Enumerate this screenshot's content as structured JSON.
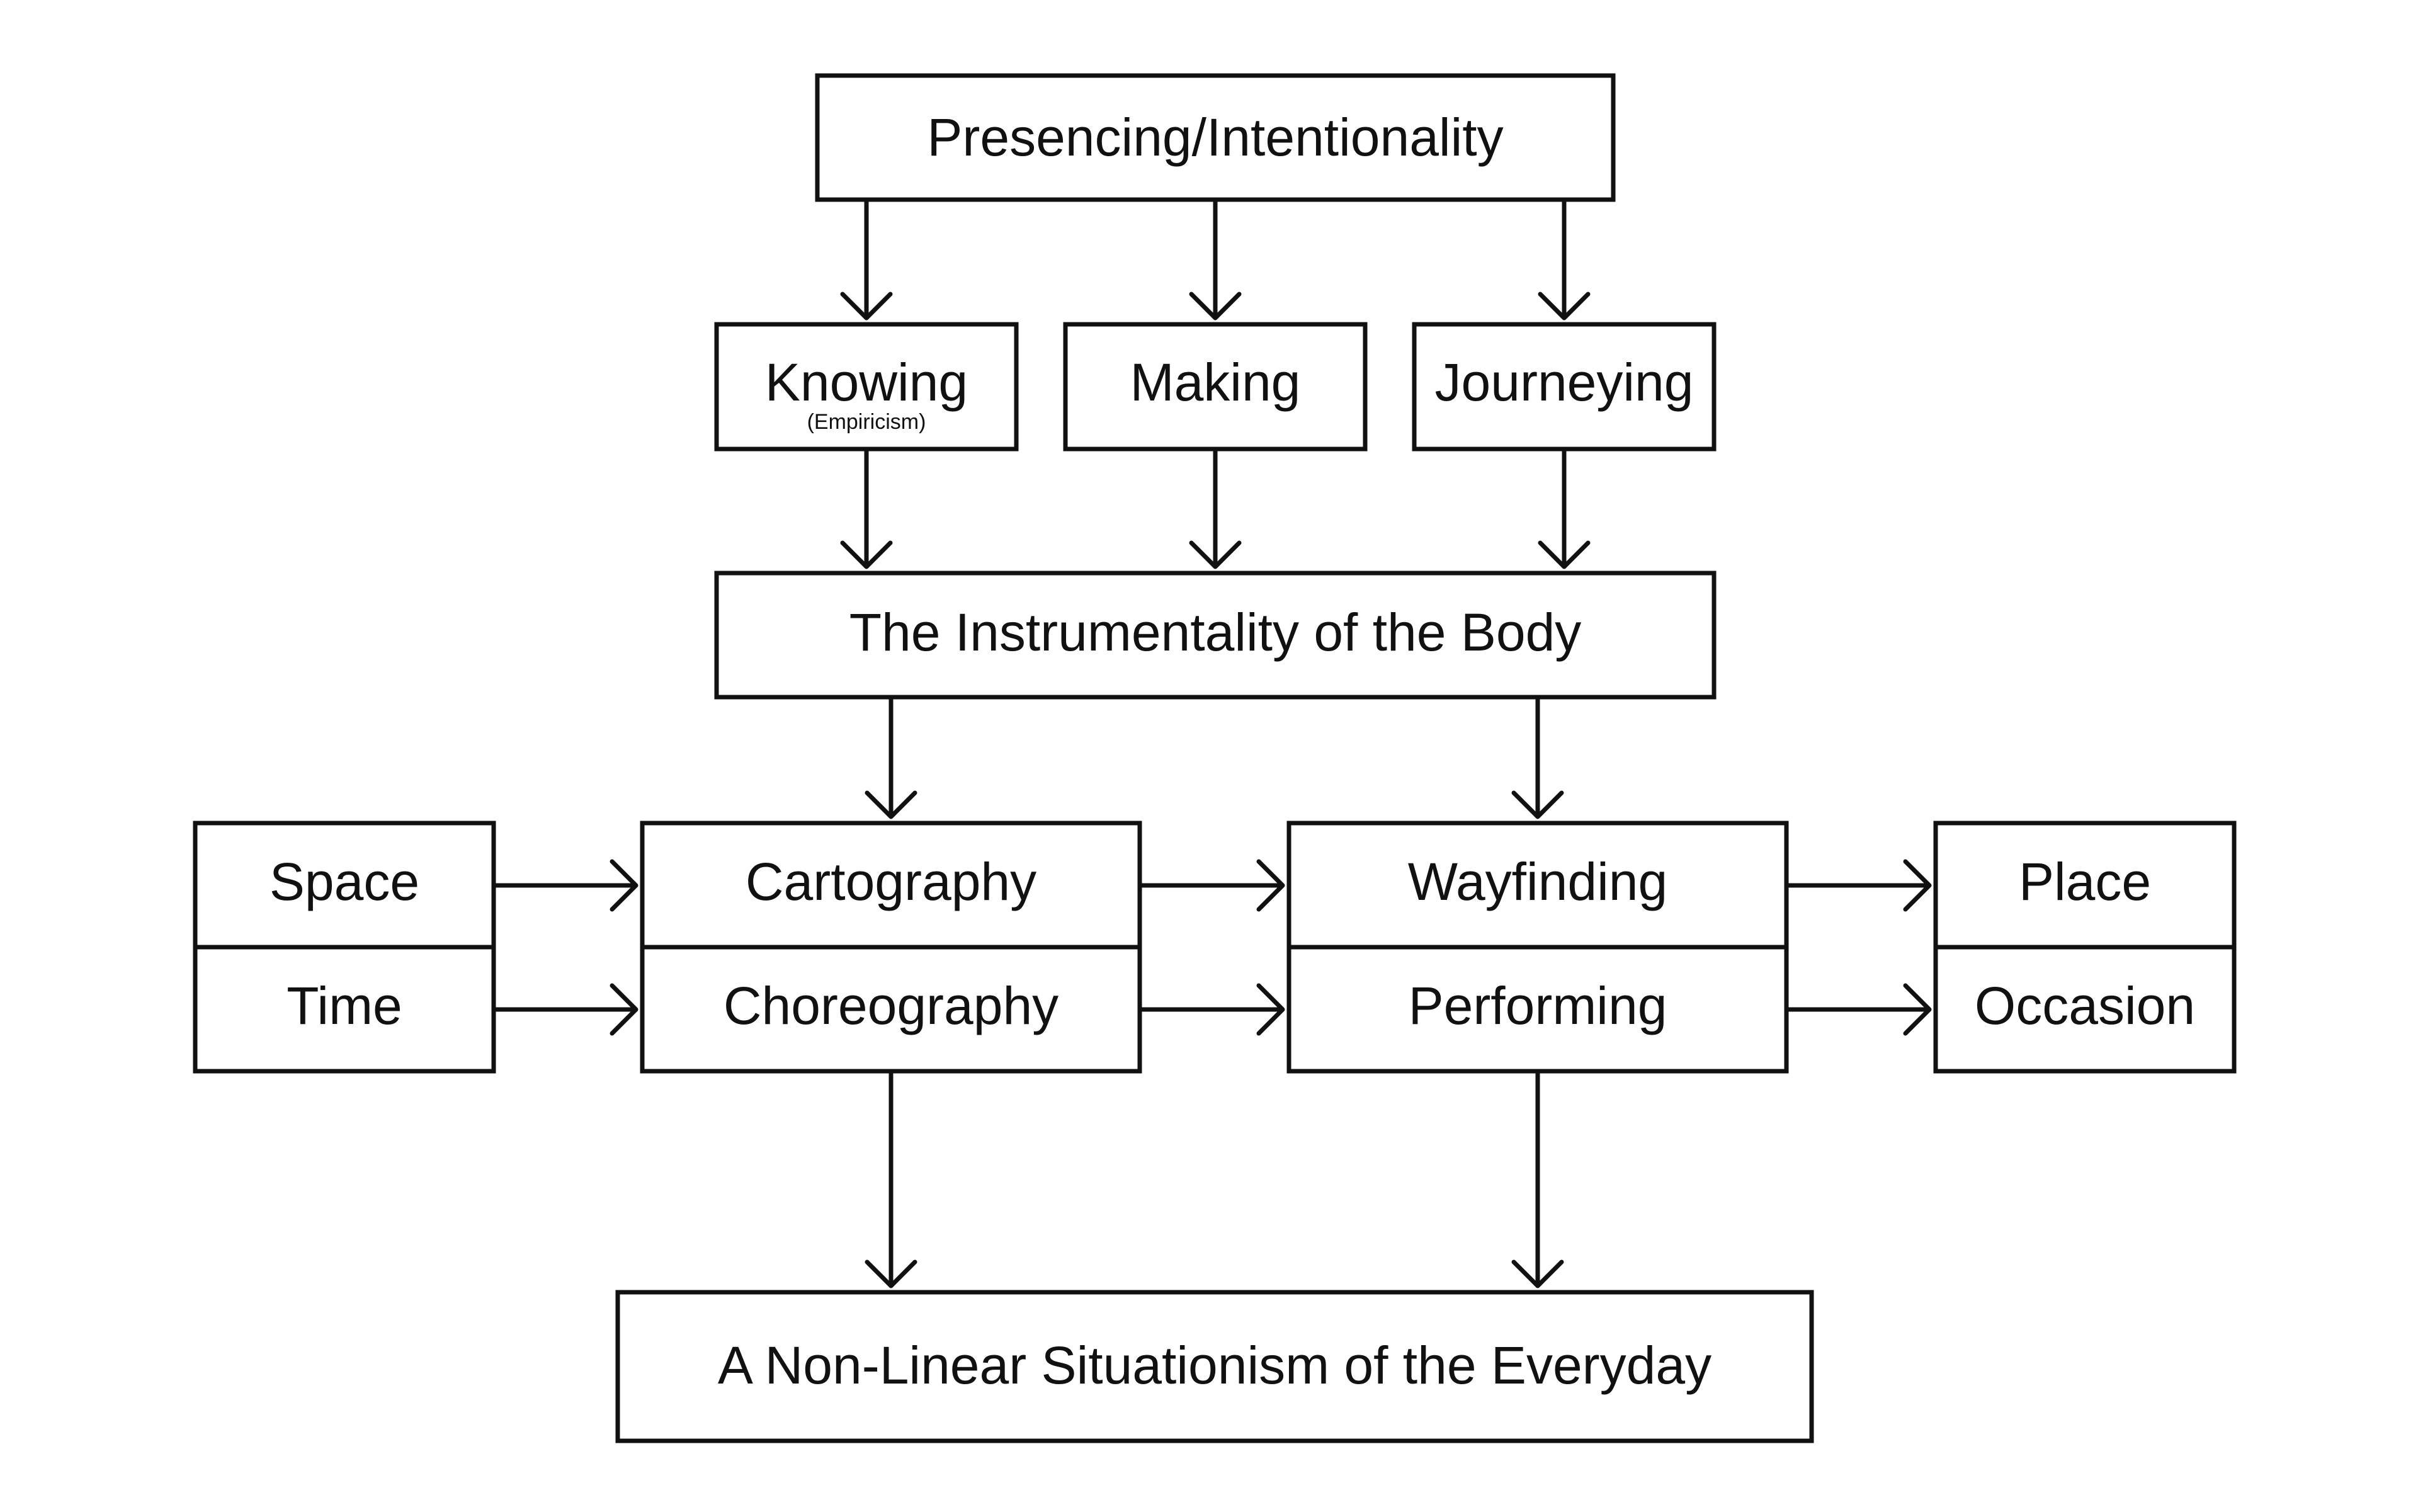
{
  "nodes": {
    "presencing": {
      "label": "Presencing/Intentionality"
    },
    "knowing": {
      "label": "Knowing",
      "sublabel": "(Empiricism)"
    },
    "making": {
      "label": "Making"
    },
    "journeying": {
      "label": "Journeying"
    },
    "instrumentality": {
      "label": "The Instrumentality of the Body"
    },
    "space": {
      "label": "Space"
    },
    "time": {
      "label": "Time"
    },
    "cartography": {
      "label": "Cartography"
    },
    "choreography": {
      "label": "Choreography"
    },
    "wayfinding": {
      "label": "Wayfinding"
    },
    "performing": {
      "label": "Performing"
    },
    "place": {
      "label": "Place"
    },
    "occasion": {
      "label": "Occasion"
    },
    "situationism": {
      "label": "A Non-Linear Situationism of the Everyday"
    }
  },
  "edges": [
    {
      "from": "presencing",
      "to": "knowing"
    },
    {
      "from": "presencing",
      "to": "making"
    },
    {
      "from": "presencing",
      "to": "journeying"
    },
    {
      "from": "knowing",
      "to": "instrumentality"
    },
    {
      "from": "making",
      "to": "instrumentality"
    },
    {
      "from": "journeying",
      "to": "instrumentality"
    },
    {
      "from": "instrumentality",
      "to": "cartography"
    },
    {
      "from": "instrumentality",
      "to": "wayfinding"
    },
    {
      "from": "space",
      "to": "cartography"
    },
    {
      "from": "time",
      "to": "choreography"
    },
    {
      "from": "cartography",
      "to": "wayfinding"
    },
    {
      "from": "choreography",
      "to": "performing"
    },
    {
      "from": "wayfinding",
      "to": "place"
    },
    {
      "from": "performing",
      "to": "occasion"
    },
    {
      "from": "choreography",
      "to": "situationism"
    },
    {
      "from": "performing",
      "to": "situationism"
    }
  ]
}
